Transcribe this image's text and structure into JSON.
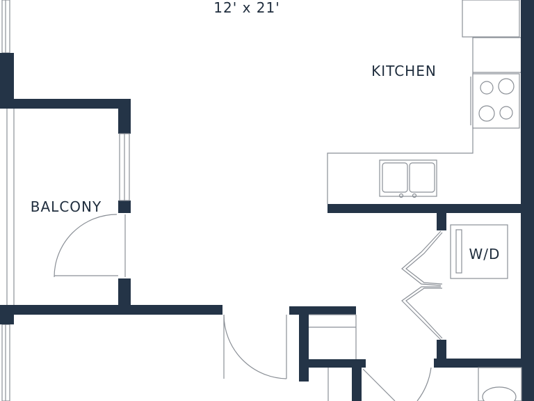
{
  "rooms": {
    "living_dimensions": "12' x 21'",
    "kitchen": "KITCHEN",
    "balcony": "BALCONY",
    "laundry": "W/D"
  },
  "colors": {
    "wall": "#243447",
    "line": "#8a8f96",
    "background": "#ffffff"
  }
}
